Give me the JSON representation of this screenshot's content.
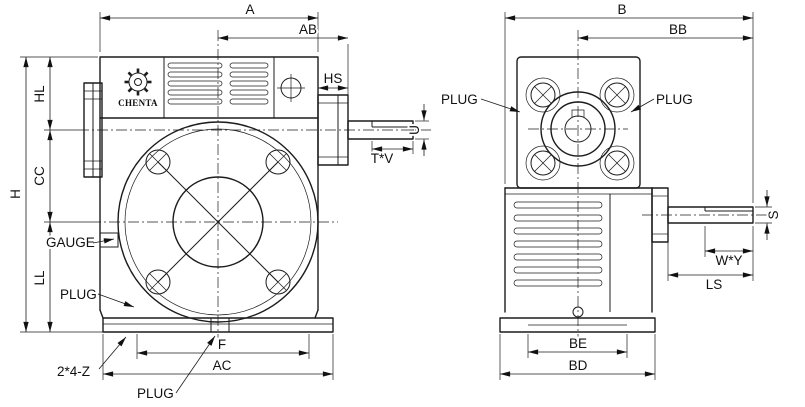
{
  "logo_text": "CHENTA",
  "front_view": {
    "dim_a": "A",
    "dim_ab": "AB",
    "dim_hs": "HS",
    "dim_u": "U",
    "dim_tv": "T*V",
    "dim_h": "H",
    "dim_hl": "HL",
    "dim_cc": "CC",
    "dim_ll": "LL",
    "dim_f": "F",
    "dim_ac": "AC",
    "callout_gauge": "GAUGE",
    "callout_plug_side": "PLUG",
    "callout_plug_bottom": "PLUG",
    "callout_holes": "2*4-Z"
  },
  "side_view": {
    "dim_b": "B",
    "dim_bb": "BB",
    "dim_s": "S",
    "dim_wy": "W*Y",
    "dim_ls": "LS",
    "dim_be": "BE",
    "dim_bd": "BD",
    "callout_plug_left": "PLUG",
    "callout_plug_right": "PLUG"
  }
}
